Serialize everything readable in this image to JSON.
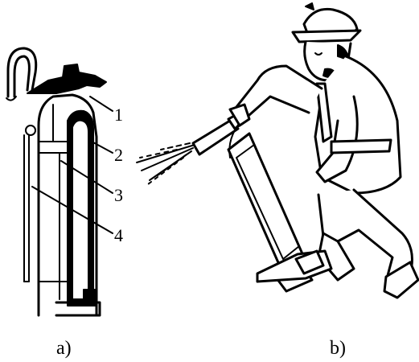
{
  "labels": {
    "part1": "1",
    "part2": "2",
    "part3": "3",
    "part4": "4"
  },
  "captions": {
    "a": "a)",
    "b": "b)"
  }
}
